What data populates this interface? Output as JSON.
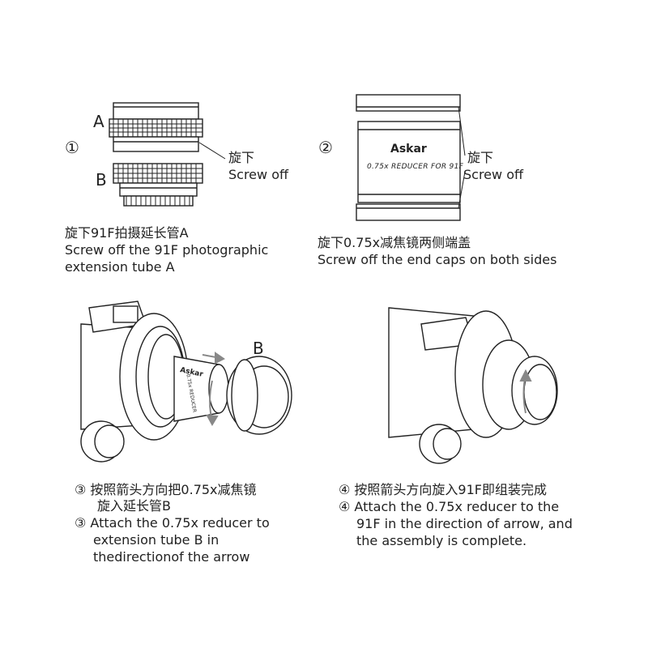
{
  "step1": {
    "number": "①",
    "label_a": "A",
    "label_b": "B",
    "callout_cn": "旋下",
    "callout_en": "Screw off",
    "caption_cn": "旋下91F拍摄延长管A",
    "caption_en_1": "Screw off the 91F photographic",
    "caption_en_2": "extension tube A"
  },
  "step2": {
    "number": "②",
    "brand": "Askar",
    "reducer_text": "0.75x REDUCER FOR 91F",
    "callout_cn": "旋下",
    "callout_en": "Screw off",
    "caption_cn": "旋下0.75x减焦镜两侧端盖",
    "caption_en": "Screw off the end caps on both sides"
  },
  "step3": {
    "label_b": "B",
    "tube_brand": "Askar",
    "tube_text": "0.75x REDUCER",
    "caption_cn_1": "③ 按照箭头方向把0.75x减焦镜",
    "caption_cn_2": "旋入延长管B",
    "caption_en_1": "③ Attach the 0.75x reducer to",
    "caption_en_2": "extension tube B in",
    "caption_en_3": "thedirectionof the arrow"
  },
  "step4": {
    "caption_cn": "④ 按照箭头方向旋入91F即组装完成",
    "caption_en_1": "④ Attach the 0.75x reducer to the",
    "caption_en_2": "91F in the direction of arrow, and",
    "caption_en_3": "the assembly is complete."
  },
  "colors": {
    "line": "#222222",
    "arrow": "#888888"
  }
}
